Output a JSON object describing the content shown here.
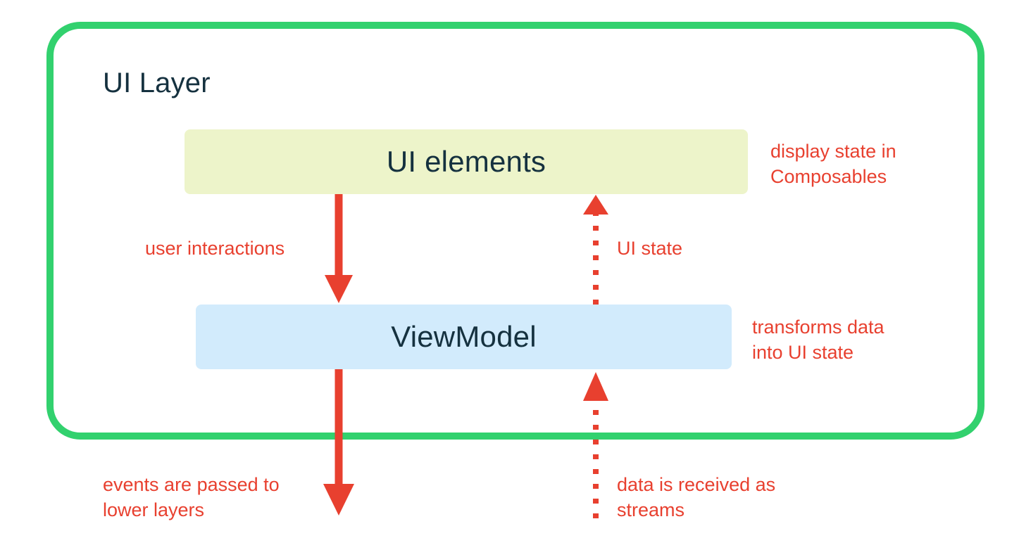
{
  "diagram": {
    "title": "UI Layer",
    "colors": {
      "container_border": "#32d16e",
      "ui_elements_fill": "#edf4ca",
      "viewmodel_fill": "#d2ebfc",
      "arrow": "#e8402f",
      "annotation_text": "#e8402f",
      "box_text": "#15313f",
      "background": "#ffffff"
    },
    "boxes": [
      {
        "id": "ui-elements",
        "label": "UI elements"
      },
      {
        "id": "viewmodel",
        "label": "ViewModel"
      }
    ],
    "annotations": [
      {
        "id": "display-state",
        "text": "display state in\nComposables"
      },
      {
        "id": "transforms",
        "text": "transforms data\ninto UI state"
      },
      {
        "id": "user-interactions",
        "text": "user interactions"
      },
      {
        "id": "ui-state",
        "text": "UI state"
      },
      {
        "id": "events-passed",
        "text": "events are passed to\nlower layers"
      },
      {
        "id": "data-streams",
        "text": "data is received as\nstreams"
      }
    ],
    "arrows": [
      {
        "id": "user-interactions-arrow",
        "style": "solid",
        "direction": "down",
        "from": "UI elements",
        "to": "ViewModel"
      },
      {
        "id": "ui-state-arrow",
        "style": "dotted",
        "direction": "up",
        "from": "ViewModel",
        "to": "UI elements"
      },
      {
        "id": "events-arrow",
        "style": "solid",
        "direction": "down",
        "from": "ViewModel",
        "to": "lower layers"
      },
      {
        "id": "data-streams-arrow",
        "style": "dotted",
        "direction": "up",
        "from": "lower layers",
        "to": "ViewModel"
      }
    ]
  }
}
